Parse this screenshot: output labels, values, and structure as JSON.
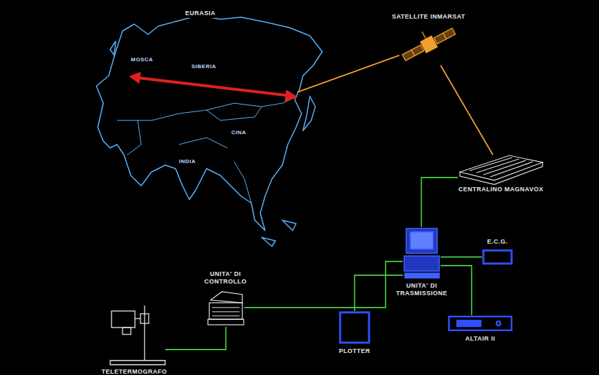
{
  "diagram": {
    "nodes": [
      {
        "text": [
          "EURASIA"
        ]
      },
      {
        "text": [
          "SATELLITE INMARSAT"
        ]
      },
      {
        "text": [
          "CENTRALINO MAGNAVOX"
        ]
      },
      {
        "text": [
          "UNITA' DI CONTROLLO"
        ]
      },
      {
        "text": [
          "E.C.G."
        ]
      },
      {
        "text": [
          "TELETERMOGRAFO"
        ]
      },
      {
        "text": [
          "PLOTTER"
        ]
      },
      {
        "text": [
          "UNITA' DI TRASMISSIONE"
        ]
      },
      {
        "text": [
          "ALTAIR II"
        ]
      }
    ],
    "edges": [
      {
        "from": 0,
        "to": 1,
        "arrow": "none"
      },
      {
        "from": 1,
        "to": 2,
        "arrow": "none"
      },
      {
        "from": 2,
        "to": 7,
        "arrow": "none"
      },
      {
        "from": 5,
        "to": 3,
        "arrow": "none"
      },
      {
        "from": 3,
        "to": 7,
        "arrow": "none"
      },
      {
        "from": 7,
        "to": 6,
        "arrow": "none"
      },
      {
        "from": 7,
        "to": 4,
        "arrow": "none"
      },
      {
        "from": 7,
        "to": 8,
        "arrow": "none"
      }
    ],
    "labels": [
      "MOSCA",
      "SIBERIA",
      "CINA",
      "INDIA"
    ]
  }
}
